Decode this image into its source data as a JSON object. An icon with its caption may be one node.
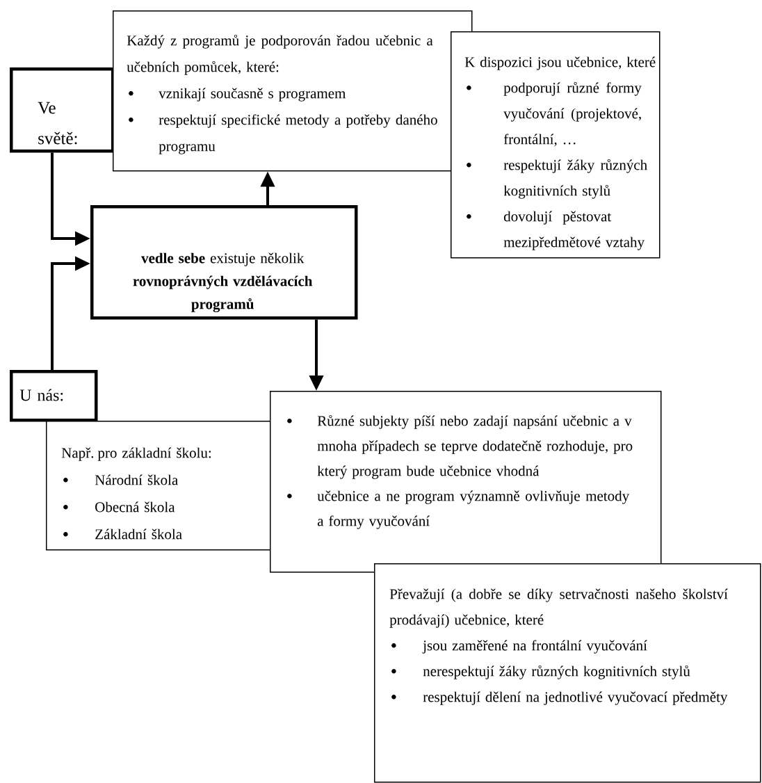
{
  "diagram": {
    "nodes": [
      {
        "text": [
          "Ve světě:"
        ]
      },
      {
        "text": [
          "Každý z programů je podporován řadou učebnic a učebních pomůcek, které:",
          "vznikají současně s programem",
          "respektují specifické metody a potřeby daného programu"
        ]
      },
      {
        "text": [
          "K dispozici jsou učebnice, které",
          "podporují různé formy vyučování (projektové, frontální, …",
          "respektují žáky různých kognitivních stylů",
          "dovolují pěstovat mezipředmětové vztahy"
        ]
      },
      {
        "text": [
          "**vedle sebe** existuje několik **rovnoprávných vzdělávacích programů**"
        ]
      },
      {
        "text": [
          "U nás:"
        ]
      },
      {
        "text": [
          "Např. pro základní školu:",
          "Národní škola",
          "Obecná škola",
          "Základní škola"
        ]
      },
      {
        "text": [
          "Různé subjekty píší nebo zadají napsání učebnic a v mnoha případech se teprve dodatečně rozhoduje, pro který program bude učebnice vhodná",
          "učebnice a ne program významně ovlivňuje metody a formy vyučování"
        ]
      },
      {
        "text": [
          "Převažují (a dobře se díky setrvačnosti našeho školství prodávají) učebnice, které",
          "jsou zaměřené na frontální vyučování",
          "nerespektují žáky různých kognitivních stylů",
          "respektují dělení na jednotlivé vyučovací předměty"
        ]
      }
    ],
    "edges": [
      {
        "from": 0,
        "to": 3,
        "arrow": "to"
      },
      {
        "from": 4,
        "to": 3,
        "arrow": "to"
      },
      {
        "from": 3,
        "to": 1,
        "arrow": "to"
      },
      {
        "from": 3,
        "to": 6,
        "arrow": "to"
      }
    ]
  }
}
